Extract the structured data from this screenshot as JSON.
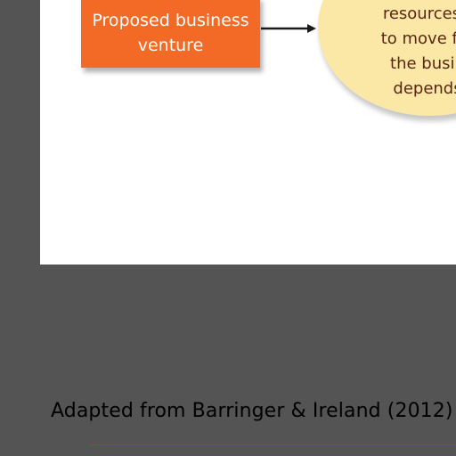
{
  "diagram": {
    "proposed_box_label": "Proposed business venture",
    "bubble_lines": [
      "resources r",
      "to move for",
      "the busin",
      "depends"
    ]
  },
  "footer": {
    "citation": "Adapted from Barringer & Ireland (2012)"
  },
  "colors": {
    "background": "#545454",
    "panel": "#ffffff",
    "orange_box": "#f26a25",
    "bubble": "#fbe8a6",
    "bubble_text": "#5a2612",
    "rule": "#8a4a3a"
  }
}
